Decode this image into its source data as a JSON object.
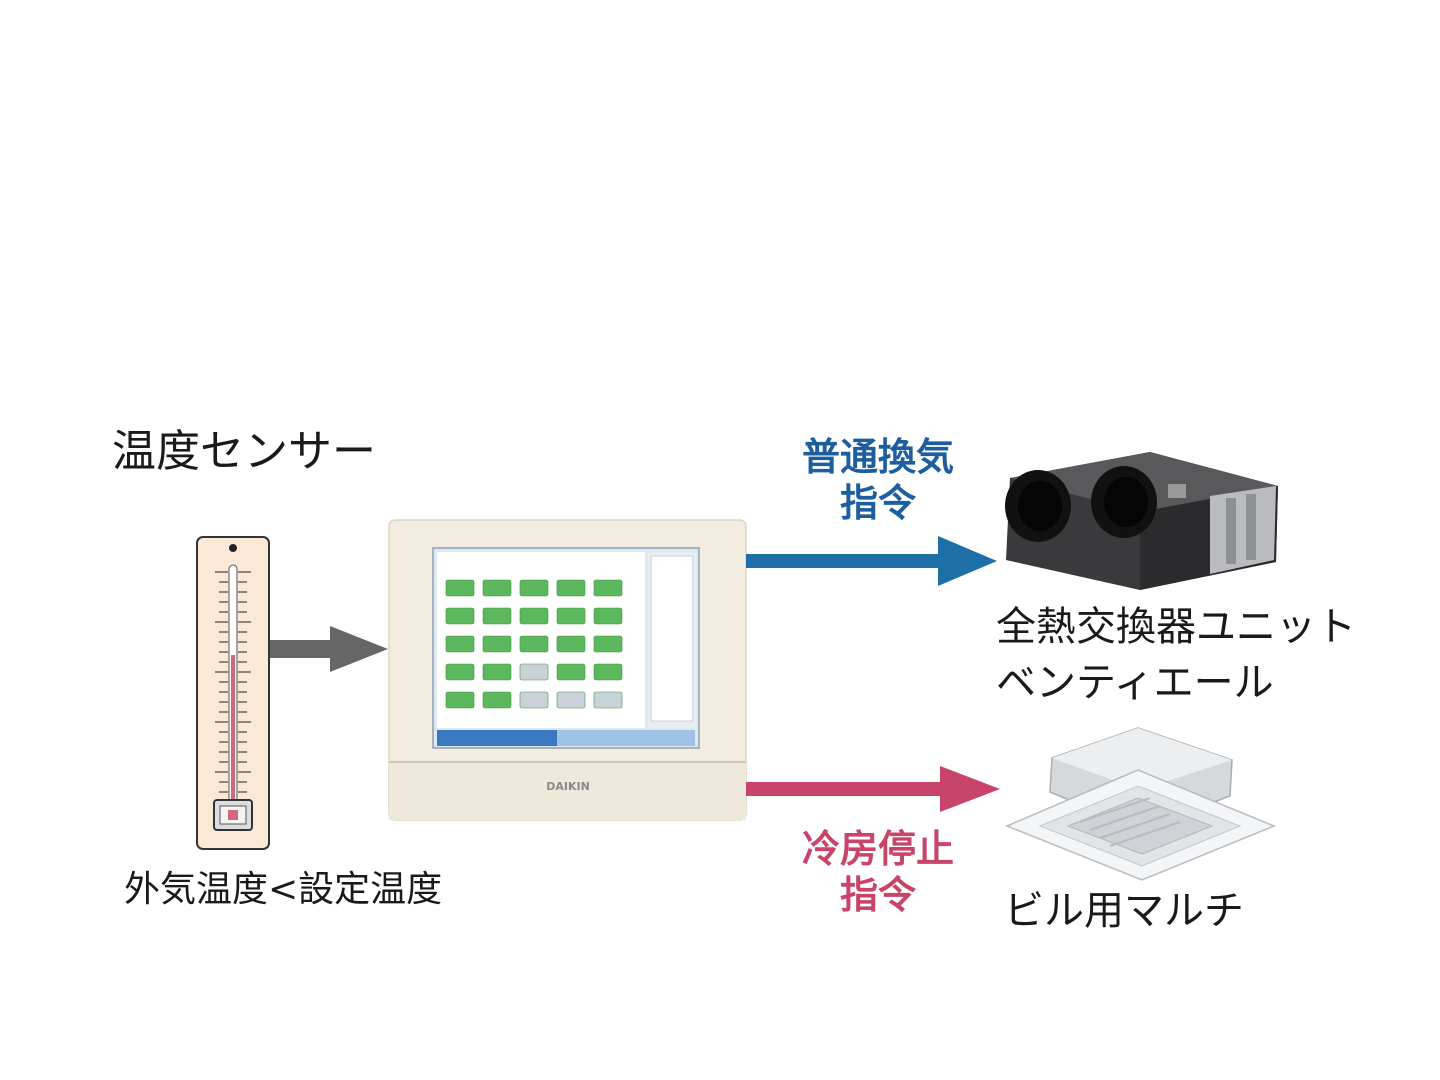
{
  "sensor": {
    "title": "温度センサー",
    "condition": "外気温度<設定温度"
  },
  "commands": {
    "ventilation_line1": "普通換気",
    "ventilation_line2": "指令",
    "cooling_line1": "冷房停止",
    "cooling_line2": "指令"
  },
  "devices": {
    "erv_name_line1": "全熱交換器ユニット",
    "erv_name_line2": "ベンティエール",
    "ac_name": "ビル用マルチ"
  },
  "controller": {
    "brand": "DAIKIN"
  },
  "colors": {
    "gray_arrow": "#666666",
    "blue_arrow": "#1e6ea8",
    "pink_arrow": "#c8446b",
    "controller_body": "#f2ede0",
    "screen_green": "#5cb85c"
  }
}
